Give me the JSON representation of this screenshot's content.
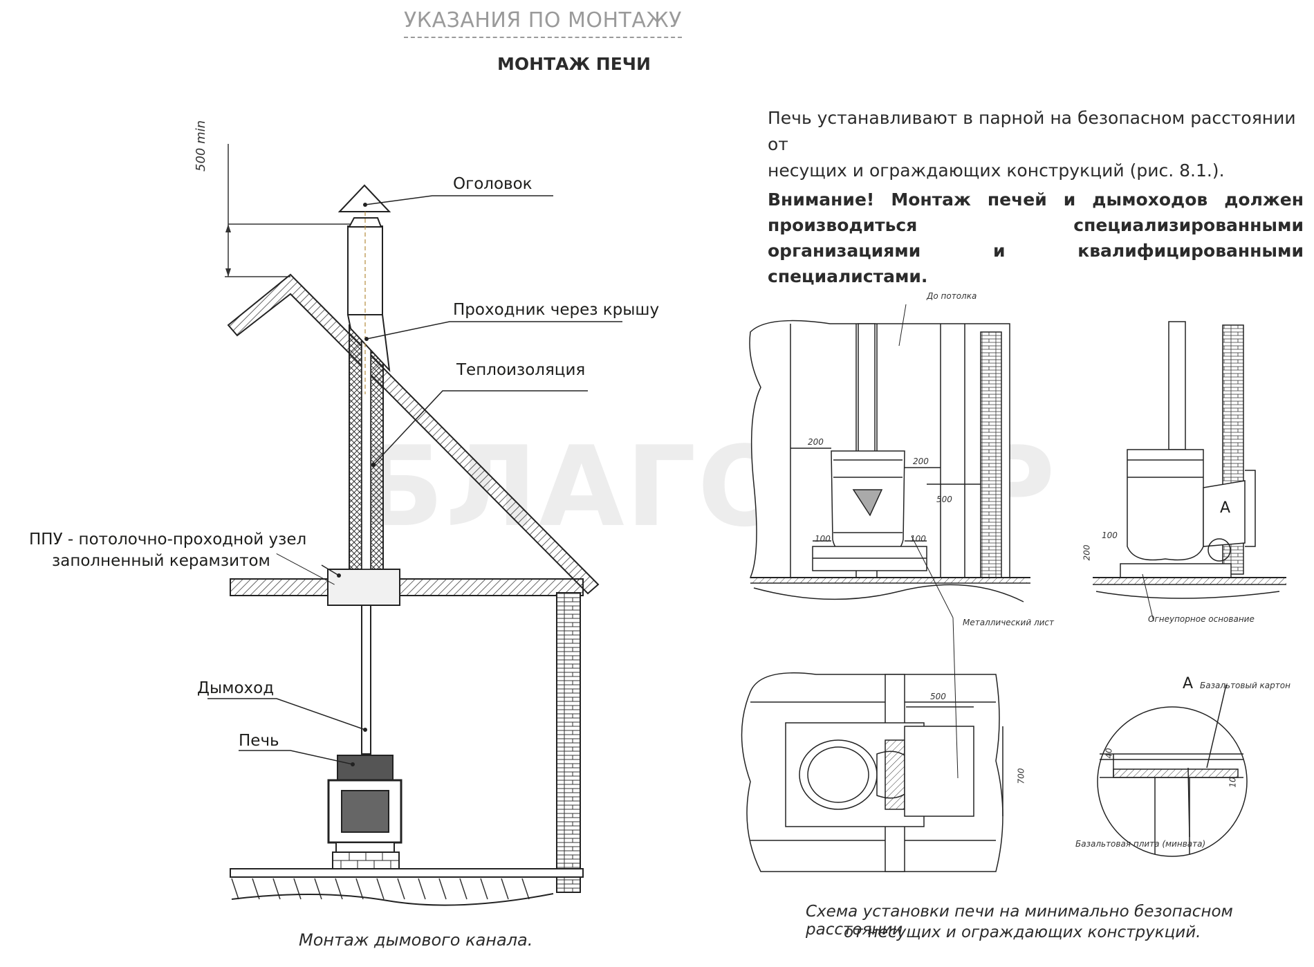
{
  "header": {
    "section_title": "УКАЗАНИЯ ПО МОНТАЖУ",
    "page_title": "МОНТАЖ ПЕЧИ"
  },
  "intro": {
    "line1": "Печь устанавливают в парной на безопасном расстоянии от",
    "line2": "несущих и ограждающих конструкций  (рис. 8.1.)."
  },
  "warning": {
    "text": "Внимание! Монтаж печей и дымоходов должен производиться специализированными организациями и квалифицированными специалистами."
  },
  "left_figure": {
    "dim_500": "500 min",
    "labels": {
      "cap": "Оголовок",
      "roof_pass": "Проходник через крышу",
      "insulation": "Теплоизоляция",
      "ppu_line1": "ППУ - потолочно-проходной узел",
      "ppu_line2": "заполненный керамзитом",
      "chimney": "Дымоход",
      "stove": "Печь"
    },
    "caption": "Монтаж дымового канала."
  },
  "watermark": "БЛАГОПАР",
  "right_figure": {
    "front": {
      "ceiling": "До потолка",
      "d200a": "200",
      "d200b": "200",
      "d500": "500",
      "d100a": "100",
      "d100b": "100"
    },
    "side": {
      "d100": "100",
      "d200": "200",
      "letter": "A",
      "base": "Огнеупорное основание"
    },
    "metal_sheet": "Металлический лист",
    "plan": {
      "d500": "500",
      "d700": "700"
    },
    "detail": {
      "letter": "A",
      "basalt_card": "Базальтовый картон",
      "d40": "40",
      "d10": "10",
      "basalt_plate": "Базальтовая плита (минвата)"
    },
    "caption_line1": "Схема установки печи  на минимально безопасном расстоянии",
    "caption_line2": "от несущих и ограждающих конструкций."
  }
}
